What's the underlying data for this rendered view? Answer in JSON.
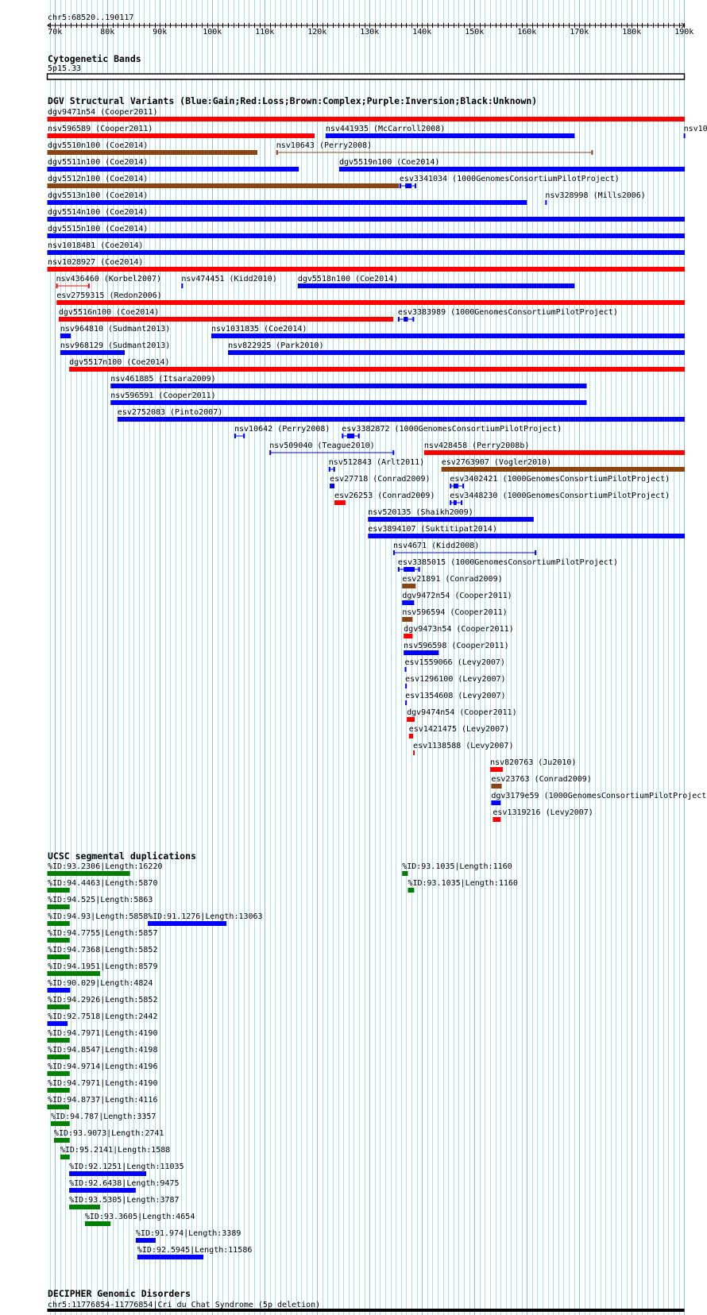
{
  "colors": {
    "gain": "#0000ff",
    "loss": "#ff0000",
    "complex": "#8b4513",
    "segdup_green": "#008000",
    "segdup_blue": "#0000ff",
    "grid_minor": "#a8e4ee",
    "grid_major": "#88c4ec"
  },
  "ruler": {
    "position_label": "chr5:68520..190117",
    "start_kb": 68.52,
    "end_kb": 190.117,
    "ticks": [
      {
        "kb": 70,
        "label": "70k"
      },
      {
        "kb": 80,
        "label": "80k"
      },
      {
        "kb": 90,
        "label": "90k"
      },
      {
        "kb": 100,
        "label": "100k"
      },
      {
        "kb": 110,
        "label": "110k"
      },
      {
        "kb": 120,
        "label": "120k"
      },
      {
        "kb": 130,
        "label": "130k"
      },
      {
        "kb": 140,
        "label": "140k"
      },
      {
        "kb": 150,
        "label": "150k"
      },
      {
        "kb": 160,
        "label": "160k"
      },
      {
        "kb": 170,
        "label": "170k"
      },
      {
        "kb": 180,
        "label": "180k"
      },
      {
        "kb": 190,
        "label": "190k"
      }
    ]
  },
  "cytobands": {
    "title": "Cytogenetic Bands",
    "band_label": "5p15.33"
  },
  "dgv": {
    "title": "DGV Structural Variants (Blue:Gain;Red:Loss;Brown:Complex;Purple:Inversion;Black:Unknown)",
    "features": [
      {
        "row": 0,
        "label": "dgv9471n54 (Cooper2011)",
        "start": 68.52,
        "end": 190.117,
        "type": "loss",
        "style": "bar"
      },
      {
        "row": 1,
        "label": "nsv596589 (Cooper2011)",
        "start": 68.52,
        "end": 119.5,
        "type": "loss",
        "style": "bar"
      },
      {
        "row": 1,
        "label": "nsv441935 (McCarroll2008)",
        "start": 121.6,
        "end": 169.1,
        "type": "gain",
        "style": "bar"
      },
      {
        "row": 1,
        "label": "nsv10",
        "start": 189.9,
        "end": 190.117,
        "type": "gain",
        "style": "bar"
      },
      {
        "row": 2,
        "label": "dgv5510n100 (Coe2014)",
        "start": 68.52,
        "end": 108.6,
        "type": "complex",
        "style": "bar"
      },
      {
        "row": 2,
        "label": "nsv10643 (Perry2008)",
        "start": 112.2,
        "end": 172.6,
        "type": "complex",
        "style": "thin"
      },
      {
        "row": 3,
        "label": "dgv5511n100 (Coe2014)",
        "start": 68.52,
        "end": 116.5,
        "type": "gain",
        "style": "bar"
      },
      {
        "row": 3,
        "label": "dgv5519n100 (Coe2014)",
        "start": 124.2,
        "end": 190.117,
        "type": "gain",
        "style": "bar"
      },
      {
        "row": 4,
        "label": "dgv5512n100 (Coe2014)",
        "start": 68.52,
        "end": 135.6,
        "type": "complex",
        "style": "bar"
      },
      {
        "row": 4,
        "label": "esv3341034 (1000GenomesConsortiumPilotProject)",
        "start": 135.7,
        "end": 138.9,
        "type": "gain",
        "style": "thin",
        "block": [
          136.8,
          138.0
        ]
      },
      {
        "row": 5,
        "label": "dgv5513n100 (Coe2014)",
        "start": 68.52,
        "end": 160.0,
        "type": "gain",
        "style": "bar"
      },
      {
        "row": 5,
        "label": "nsv328998 (Mills2006)",
        "start": 163.5,
        "end": 163.8,
        "type": "gain",
        "style": "bar"
      },
      {
        "row": 6,
        "label": "dgv5514n100 (Coe2014)",
        "start": 68.52,
        "end": 190.117,
        "type": "gain",
        "style": "bar"
      },
      {
        "row": 7,
        "label": "dgv5515n100 (Coe2014)",
        "start": 68.52,
        "end": 190.117,
        "type": "gain",
        "style": "bar"
      },
      {
        "row": 8,
        "label": "nsv1018481 (Coe2014)",
        "start": 68.52,
        "end": 190.117,
        "type": "gain",
        "style": "bar"
      },
      {
        "row": 9,
        "label": "nsv1028927 (Coe2014)",
        "start": 68.52,
        "end": 190.117,
        "type": "loss",
        "style": "bar"
      },
      {
        "row": 10,
        "label": "nsv436460 (Korbel2007)",
        "start": 70.2,
        "end": 76.6,
        "type": "loss",
        "style": "thin"
      },
      {
        "row": 10,
        "label": "nsv474451 (Kidd2010)",
        "start": 94.1,
        "end": 94.4,
        "type": "gain",
        "style": "bar"
      },
      {
        "row": 10,
        "label": "dgv5518n100 (Coe2014)",
        "start": 116.3,
        "end": 169.1,
        "type": "gain",
        "style": "bar"
      },
      {
        "row": 11,
        "label": "esv2759315 (Redon2006)",
        "start": 70.3,
        "end": 190.117,
        "type": "loss",
        "style": "bar"
      },
      {
        "row": 12,
        "label": "dgv5516n100 (Coe2014)",
        "start": 70.7,
        "end": 134.5,
        "type": "loss",
        "style": "bar"
      },
      {
        "row": 12,
        "label": "esv3383989 (1000GenomesConsortiumPilotProject)",
        "start": 135.4,
        "end": 138.5,
        "type": "gain",
        "style": "thin",
        "block": [
          136.5,
          137.3
        ]
      },
      {
        "row": 13,
        "label": "nsv964810 (Sudmant2013)",
        "start": 71.0,
        "end": 73.0,
        "type": "gain",
        "style": "bar"
      },
      {
        "row": 13,
        "label": "nsv1031835 (Coe2014)",
        "start": 99.8,
        "end": 190.117,
        "type": "gain",
        "style": "bar"
      },
      {
        "row": 14,
        "label": "nsv968129 (Sudmant2013)",
        "start": 71.0,
        "end": 83.3,
        "type": "gain",
        "style": "bar"
      },
      {
        "row": 14,
        "label": "nsv822925 (Park2010)",
        "start": 103.0,
        "end": 190.117,
        "type": "gain",
        "style": "bar"
      },
      {
        "row": 15,
        "label": "dgv5517n100 (Coe2014)",
        "start": 72.7,
        "end": 190.117,
        "type": "loss",
        "style": "bar"
      },
      {
        "row": 16,
        "label": "nsv461885 (Itsara2009)",
        "start": 80.6,
        "end": 171.4,
        "type": "gain",
        "style": "bar"
      },
      {
        "row": 17,
        "label": "nsv596591 (Cooper2011)",
        "start": 80.6,
        "end": 171.4,
        "type": "gain",
        "style": "bar"
      },
      {
        "row": 18,
        "label": "esv2752083 (Pinto2007)",
        "start": 81.9,
        "end": 190.117,
        "type": "gain",
        "style": "bar"
      },
      {
        "row": 19,
        "label": "nsv10642 (Perry2008)",
        "start": 104.2,
        "end": 106.2,
        "type": "gain",
        "style": "thin"
      },
      {
        "row": 19,
        "label": "esv3382872 (1000GenomesConsortiumPilotProject)",
        "start": 124.7,
        "end": 128.1,
        "type": "gain",
        "style": "thin",
        "block": [
          125.7,
          127.1
        ]
      },
      {
        "row": 20,
        "label": "nsv509040 (Teague2010)",
        "start": 110.9,
        "end": 134.7,
        "type": "gain",
        "style": "thin"
      },
      {
        "row": 20,
        "label": "nsv428458 (Perry2008b)",
        "start": 140.4,
        "end": 190.117,
        "type": "loss",
        "style": "bar"
      },
      {
        "row": 21,
        "label": "nsv512843 (Arlt2011)",
        "start": 122.2,
        "end": 123.4,
        "type": "gain",
        "style": "thin"
      },
      {
        "row": 21,
        "label": "esv2763907 (Vogler2010)",
        "start": 143.7,
        "end": 190.117,
        "type": "complex",
        "style": "bar"
      },
      {
        "row": 22,
        "label": "esv27718 (Conrad2009)",
        "start": 122.4,
        "end": 123.3,
        "type": "gain",
        "style": "bar"
      },
      {
        "row": 22,
        "label": "esv3402421 (1000GenomesConsortiumPilotProject)",
        "start": 145.3,
        "end": 148.0,
        "type": "gain",
        "style": "thin",
        "block": [
          146.0,
          146.9
        ]
      },
      {
        "row": 23,
        "label": "esv26253 (Conrad2009)",
        "start": 123.3,
        "end": 125.4,
        "type": "loss",
        "style": "bar"
      },
      {
        "row": 23,
        "label": "esv3448230 (1000GenomesConsortiumPilotProject)",
        "start": 145.3,
        "end": 147.7,
        "type": "gain",
        "style": "thin",
        "block": [
          146.0,
          146.6
        ]
      },
      {
        "row": 24,
        "label": "nsv520135 (Shaikh2009)",
        "start": 129.7,
        "end": 161.3,
        "type": "gain",
        "style": "bar"
      },
      {
        "row": 25,
        "label": "esv3894107 (Suktitipat2014)",
        "start": 129.7,
        "end": 190.117,
        "type": "gain",
        "style": "bar"
      },
      {
        "row": 26,
        "label": "nsv4671 (Kidd2008)",
        "start": 134.5,
        "end": 161.8,
        "type": "gain",
        "style": "thin"
      },
      {
        "row": 27,
        "label": "esv3385015 (1000GenomesConsortiumPilotProject)",
        "start": 135.4,
        "end": 139.6,
        "type": "gain",
        "style": "thin",
        "block": [
          136.5,
          138.6
        ]
      },
      {
        "row": 28,
        "label": "esv21891 (Conrad2009)",
        "start": 136.2,
        "end": 138.8,
        "type": "complex",
        "style": "bar"
      },
      {
        "row": 29,
        "label": "dgv9472n54 (Cooper2011)",
        "start": 136.2,
        "end": 138.5,
        "type": "gain",
        "style": "bar"
      },
      {
        "row": 30,
        "label": "nsv596594 (Cooper2011)",
        "start": 136.2,
        "end": 138.2,
        "type": "complex",
        "style": "bar"
      },
      {
        "row": 31,
        "label": "dgv9473n54 (Cooper2011)",
        "start": 136.5,
        "end": 138.2,
        "type": "loss",
        "style": "bar"
      },
      {
        "row": 32,
        "label": "nsv596598 (Cooper2011)",
        "start": 136.5,
        "end": 143.2,
        "type": "gain",
        "style": "bar"
      },
      {
        "row": 33,
        "label": "esv1559066 (Levy2007)",
        "start": 136.7,
        "end": 137.0,
        "type": "gain",
        "style": "bar"
      },
      {
        "row": 34,
        "label": "esv1296100 (Levy2007)",
        "start": 136.8,
        "end": 137.1,
        "type": "gain",
        "style": "bar"
      },
      {
        "row": 35,
        "label": "esv1354608 (Levy2007)",
        "start": 136.8,
        "end": 137.1,
        "type": "gain",
        "style": "bar"
      },
      {
        "row": 36,
        "label": "dgv9474n54 (Cooper2011)",
        "start": 137.1,
        "end": 138.6,
        "type": "loss",
        "style": "bar"
      },
      {
        "row": 37,
        "label": "esv1421475 (Levy2007)",
        "start": 137.5,
        "end": 138.3,
        "type": "loss",
        "style": "bar"
      },
      {
        "row": 38,
        "label": "esv1138588 (Levy2007)",
        "start": 138.3,
        "end": 138.6,
        "type": "loss",
        "style": "bar"
      },
      {
        "row": 39,
        "label": "nsv820763 (Ju2010)",
        "start": 153.0,
        "end": 155.4,
        "type": "loss",
        "style": "bar"
      },
      {
        "row": 40,
        "label": "esv23763 (Conrad2009)",
        "start": 153.2,
        "end": 155.2,
        "type": "complex",
        "style": "bar"
      },
      {
        "row": 41,
        "label": "dgv3179e59 (1000GenomesConsortiumPilotProject)",
        "start": 153.2,
        "end": 155.0,
        "type": "gain",
        "style": "bar"
      },
      {
        "row": 42,
        "label": "esv1319216 (Levy2007)",
        "start": 153.5,
        "end": 155.0,
        "type": "loss",
        "style": "bar"
      }
    ]
  },
  "segdups": {
    "title": "UCSC segmental duplications",
    "features": [
      {
        "row": 0,
        "label": "%ID:93.2306|Length:16220",
        "start": 68.52,
        "end": 84.3,
        "type": "segdup_green"
      },
      {
        "row": 0,
        "label": "%ID:93.1035|Length:1160",
        "start": 136.2,
        "end": 137.3,
        "type": "segdup_green"
      },
      {
        "row": 1,
        "label": "%ID:94.4463|Length:5870",
        "start": 68.52,
        "end": 72.8,
        "type": "segdup_green"
      },
      {
        "row": 1,
        "label": "%ID:93.1035|Length:1160",
        "start": 137.3,
        "end": 138.5,
        "type": "segdup_green"
      },
      {
        "row": 2,
        "label": "%ID:94.525|Length:5863",
        "start": 68.52,
        "end": 72.8,
        "type": "segdup_green"
      },
      {
        "row": 3,
        "label": "%ID:94.93|Length:5858",
        "start": 68.52,
        "end": 72.8,
        "type": "segdup_green"
      },
      {
        "row": 3,
        "label": "%ID:91.1276|Length:13063",
        "start": 87.7,
        "end": 102.7,
        "type": "segdup_blue"
      },
      {
        "row": 4,
        "label": "%ID:94.7755|Length:5857",
        "start": 68.52,
        "end": 72.8,
        "type": "segdup_green"
      },
      {
        "row": 5,
        "label": "%ID:94.7368|Length:5852",
        "start": 68.52,
        "end": 72.8,
        "type": "segdup_green"
      },
      {
        "row": 6,
        "label": "%ID:94.1951|Length:8579",
        "start": 68.52,
        "end": 78.6,
        "type": "segdup_green"
      },
      {
        "row": 7,
        "label": "%ID:90.029|Length:4824",
        "start": 68.52,
        "end": 72.9,
        "type": "segdup_blue"
      },
      {
        "row": 8,
        "label": "%ID:94.2926|Length:5852",
        "start": 68.52,
        "end": 72.8,
        "type": "segdup_green"
      },
      {
        "row": 9,
        "label": "%ID:92.7518|Length:2442",
        "start": 68.52,
        "end": 72.4,
        "type": "segdup_blue"
      },
      {
        "row": 10,
        "label": "%ID:94.7971|Length:4190",
        "start": 68.52,
        "end": 72.8,
        "type": "segdup_green"
      },
      {
        "row": 11,
        "label": "%ID:94.8547|Length:4198",
        "start": 68.52,
        "end": 72.8,
        "type": "segdup_green"
      },
      {
        "row": 12,
        "label": "%ID:94.9714|Length:4196",
        "start": 68.52,
        "end": 72.8,
        "type": "segdup_green"
      },
      {
        "row": 13,
        "label": "%ID:94.7971|Length:4190",
        "start": 68.52,
        "end": 72.8,
        "type": "segdup_green"
      },
      {
        "row": 14,
        "label": "%ID:94.8737|Length:4116",
        "start": 68.52,
        "end": 72.7,
        "type": "segdup_green"
      },
      {
        "row": 15,
        "label": "%ID:94.787|Length:3357",
        "start": 69.2,
        "end": 72.8,
        "type": "segdup_green"
      },
      {
        "row": 16,
        "label": "%ID:93.9073|Length:2741",
        "start": 69.8,
        "end": 72.8,
        "type": "segdup_green"
      },
      {
        "row": 17,
        "label": "%ID:95.2141|Length:1588",
        "start": 71.0,
        "end": 72.8,
        "type": "segdup_green"
      },
      {
        "row": 18,
        "label": "%ID:92.1251|Length:11035",
        "start": 72.7,
        "end": 87.4,
        "type": "segdup_blue"
      },
      {
        "row": 19,
        "label": "%ID:92.6438|Length:9475",
        "start": 72.7,
        "end": 85.4,
        "type": "segdup_blue"
      },
      {
        "row": 20,
        "label": "%ID:93.5305|Length:3787",
        "start": 72.7,
        "end": 78.6,
        "type": "segdup_green"
      },
      {
        "row": 21,
        "label": "%ID:93.3605|Length:4654",
        "start": 75.7,
        "end": 80.6,
        "type": "segdup_green"
      },
      {
        "row": 22,
        "label": "%ID:91.974|Length:3389",
        "start": 85.4,
        "end": 89.2,
        "type": "segdup_blue"
      },
      {
        "row": 23,
        "label": "%ID:92.5945|Length:11586",
        "start": 85.7,
        "end": 98.3,
        "type": "segdup_blue"
      }
    ]
  },
  "decipher": {
    "title": "DECIPHER Genomic Disorders",
    "label": "chr5:11776854-11776854|Cri du Chat Syndrome (5p deletion)"
  }
}
